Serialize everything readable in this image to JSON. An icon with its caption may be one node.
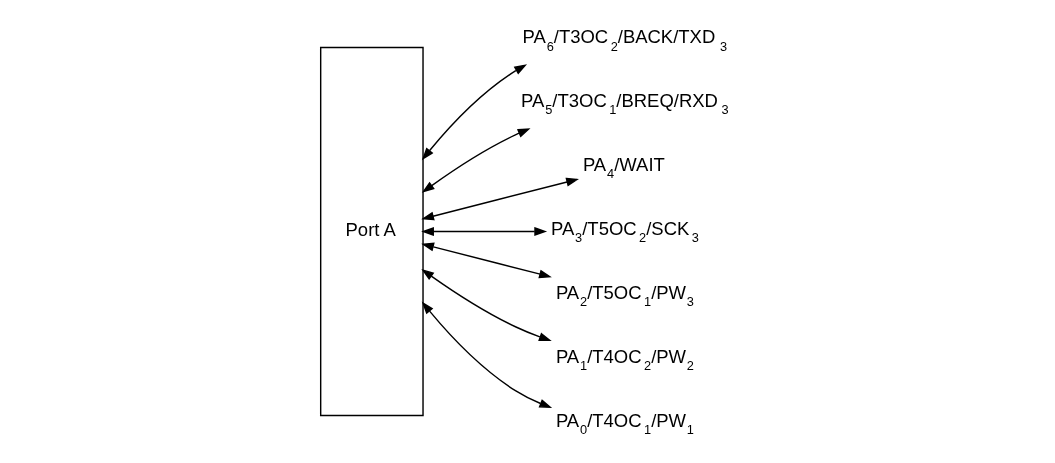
{
  "diagram": {
    "nodes": [
      {
        "text": [
          "Port A"
        ]
      },
      {
        "text": [
          "PA$_{6}$/T3OC$_{2}$/BACK/TXD$_{3}$"
        ]
      },
      {
        "text": [
          "PA$_{5}$/T3OC$_{1}$/BREQ/RXD$_{3}$"
        ]
      },
      {
        "text": [
          "PA$_{4}$/WAIT"
        ]
      },
      {
        "text": [
          "PA$_{3}$/T5OC$_{2}$/SCK$_{3}$"
        ]
      },
      {
        "text": [
          "PA$_{2}$/T5OC$_{1}$/PW$_{3}$"
        ]
      },
      {
        "text": [
          "PA$_{1}$/T4OC$_{2}$/PW$_{2}$"
        ]
      },
      {
        "text": [
          "PA$_{0}$/T4OC$_{1}$/PW$_{1}$"
        ]
      }
    ],
    "edges": [
      {
        "from": 0,
        "to": 1,
        "arrow": "both"
      },
      {
        "from": 0,
        "to": 2,
        "arrow": "both"
      },
      {
        "from": 0,
        "to": 3,
        "arrow": "both"
      },
      {
        "from": 0,
        "to": 4,
        "arrow": "both"
      },
      {
        "from": 0,
        "to": 5,
        "arrow": "both"
      },
      {
        "from": 0,
        "to": 6,
        "arrow": "both"
      },
      {
        "from": 0,
        "to": 7,
        "arrow": "both"
      }
    ]
  }
}
